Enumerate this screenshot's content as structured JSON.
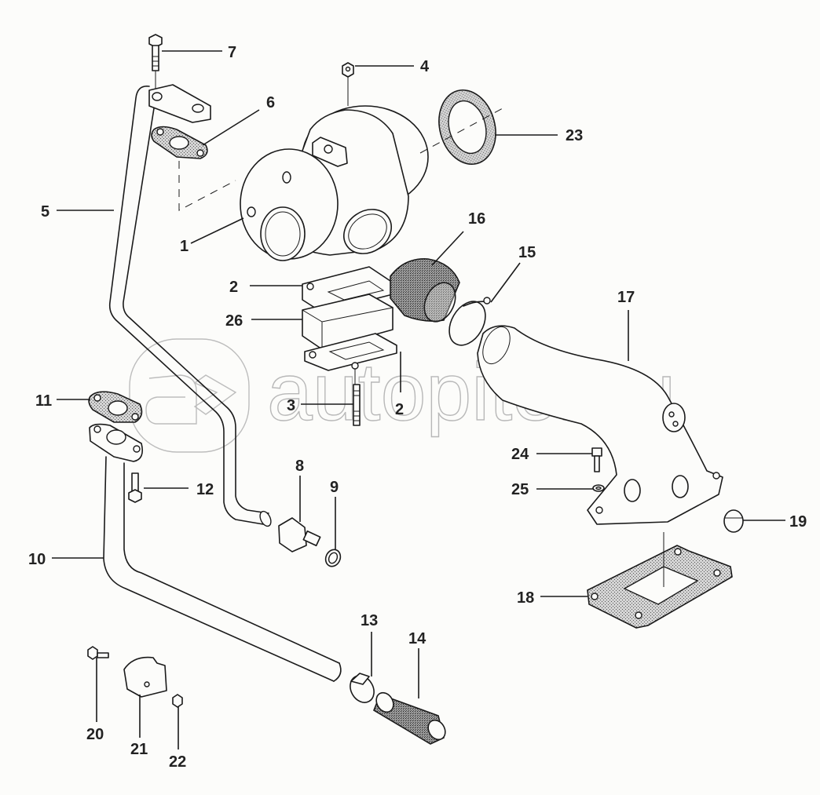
{
  "diagram": {
    "title": "Turbocharger assembly exploded view",
    "watermark": "autopiter.ru",
    "watermark_logo": "a-logo",
    "colors": {
      "line": "#1a1a1a",
      "background": "#fcfcfa",
      "watermark": "#bdbdbd"
    },
    "callouts": [
      {
        "id": "1",
        "label": "1",
        "part": "turbocharger"
      },
      {
        "id": "2a",
        "label": "2",
        "part": "flange-gasket-upper"
      },
      {
        "id": "2b",
        "label": "2",
        "part": "flange-gasket-lower"
      },
      {
        "id": "3",
        "label": "3",
        "part": "stud"
      },
      {
        "id": "4",
        "label": "4",
        "part": "nut"
      },
      {
        "id": "5",
        "label": "5",
        "part": "oil-supply-pipe"
      },
      {
        "id": "6",
        "label": "6",
        "part": "flange-gasket"
      },
      {
        "id": "7",
        "label": "7",
        "part": "bolt"
      },
      {
        "id": "8",
        "label": "8",
        "part": "union-fitting"
      },
      {
        "id": "9",
        "label": "9",
        "part": "sealing-washer"
      },
      {
        "id": "10",
        "label": "10",
        "part": "oil-drain-pipe"
      },
      {
        "id": "11",
        "label": "11",
        "part": "drain-gasket"
      },
      {
        "id": "12",
        "label": "12",
        "part": "bolt"
      },
      {
        "id": "13",
        "label": "13",
        "part": "hose-clamp"
      },
      {
        "id": "14",
        "label": "14",
        "part": "drain-hose"
      },
      {
        "id": "15",
        "label": "15",
        "part": "hose-clamp"
      },
      {
        "id": "16",
        "label": "16",
        "part": "intake-hose"
      },
      {
        "id": "17",
        "label": "17",
        "part": "exhaust-elbow"
      },
      {
        "id": "18",
        "label": "18",
        "part": "elbow-gasket"
      },
      {
        "id": "19",
        "label": "19",
        "part": "plug"
      },
      {
        "id": "20",
        "label": "20",
        "part": "bolt"
      },
      {
        "id": "21",
        "label": "21",
        "part": "pipe-clip"
      },
      {
        "id": "22",
        "label": "22",
        "part": "nut"
      },
      {
        "id": "23",
        "label": "23",
        "part": "ring-gasket"
      },
      {
        "id": "24",
        "label": "24",
        "part": "bolt"
      },
      {
        "id": "25",
        "label": "25",
        "part": "washer"
      },
      {
        "id": "26",
        "label": "26",
        "part": "spacer-block"
      }
    ]
  }
}
